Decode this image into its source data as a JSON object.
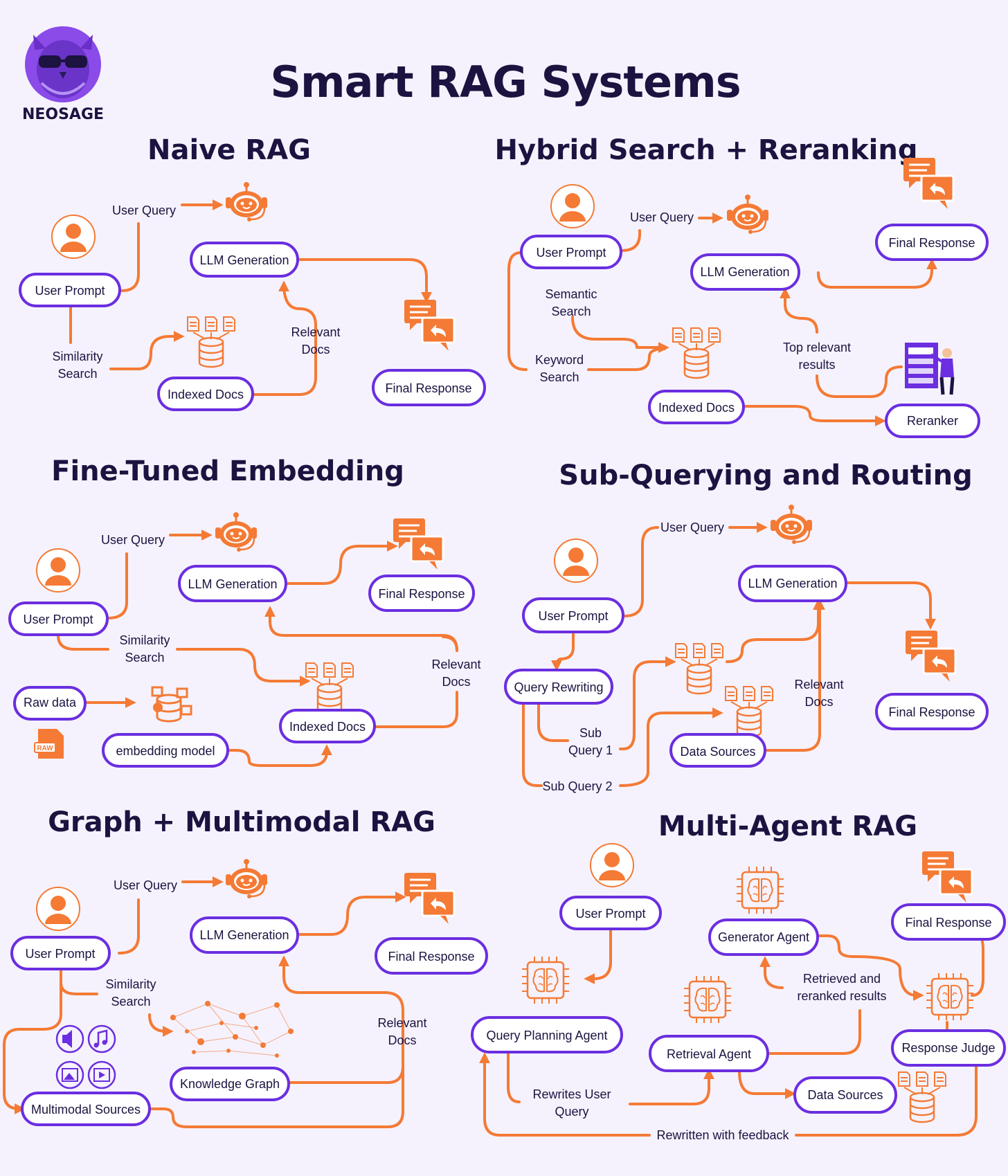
{
  "title": "Smart RAG Systems",
  "brand": "NEOSAGE",
  "colors": {
    "accent": "#f47a35",
    "pill_border": "#6b2ee0",
    "text": "#1c1340",
    "background": "#f5f2fd"
  },
  "sections": {
    "naive": {
      "title": "Naive RAG",
      "user_query": "User Query",
      "llm": "LLM Generation",
      "user_prompt": "User Prompt",
      "similarity_1": "Similarity",
      "similarity_2": "Search",
      "relevant_1": "Relevant",
      "relevant_2": "Docs",
      "indexed": "Indexed Docs",
      "final": "Final Response"
    },
    "hybrid": {
      "title": "Hybrid Search + Reranking",
      "user_prompt": "User Prompt",
      "user_query": "User Query",
      "final": "Final Response",
      "llm": "LLM Generation",
      "semantic_1": "Semantic",
      "semantic_2": "Search",
      "keyword_1": "Keyword",
      "keyword_2": "Search",
      "top_1": "Top relevant",
      "top_2": "results",
      "indexed": "Indexed Docs",
      "reranker": "Reranker"
    },
    "finetuned": {
      "title": "Fine-Tuned Embedding",
      "user_query": "User Query",
      "llm": "LLM Generation",
      "final": "Final Response",
      "user_prompt": "User Prompt",
      "similarity_1": "Similarity",
      "similarity_2": "Search",
      "relevant_1": "Relevant",
      "relevant_2": "Docs",
      "raw": "Raw data",
      "raw_icon": "RAW",
      "indexed": "Indexed Docs",
      "embedding": "embedding model"
    },
    "subquery": {
      "title": "Sub-Querying and Routing",
      "user_query": "User Query",
      "llm": "LLM Generation",
      "user_prompt": "User Prompt",
      "rewriting": "Query Rewriting",
      "sub1_1": "Sub",
      "sub1_2": "Query 1",
      "sub2": "Sub Query 2",
      "relevant_1": "Relevant",
      "relevant_2": "Docs",
      "data_sources": "Data Sources",
      "final": "Final Response"
    },
    "graph": {
      "title": "Graph + Multimodal RAG",
      "user_query": "User Query",
      "llm": "LLM Generation",
      "final": "Final Response",
      "user_prompt": "User Prompt",
      "similarity_1": "Similarity",
      "similarity_2": "Search",
      "relevant_1": "Relevant",
      "relevant_2": "Docs",
      "knowledge": "Knowledge Graph",
      "multimodal": "Multimodal Sources"
    },
    "multiagent": {
      "title": "Multi-Agent RAG",
      "user_prompt": "User Prompt",
      "generator": "Generator Agent",
      "final": "Final Response",
      "retrieved_1": "Retrieved and",
      "retrieved_2": "reranked results",
      "planning": "Query Planning Agent",
      "retrieval": "Retrieval Agent",
      "judge": "Response Judge",
      "data_sources": "Data Sources",
      "rewrites_1": "Rewrites User",
      "rewrites_2": "Query",
      "feedback": "Rewritten with feedback"
    }
  },
  "icons": [
    "owl-logo-icon",
    "user-icon",
    "robot-icon",
    "chat-response-icon",
    "database-docs-icon",
    "reranker-person-icon",
    "brain-chip-icon",
    "knowledge-graph-icon",
    "media-icon",
    "raw-file-icon",
    "embedding-db-icon"
  ]
}
